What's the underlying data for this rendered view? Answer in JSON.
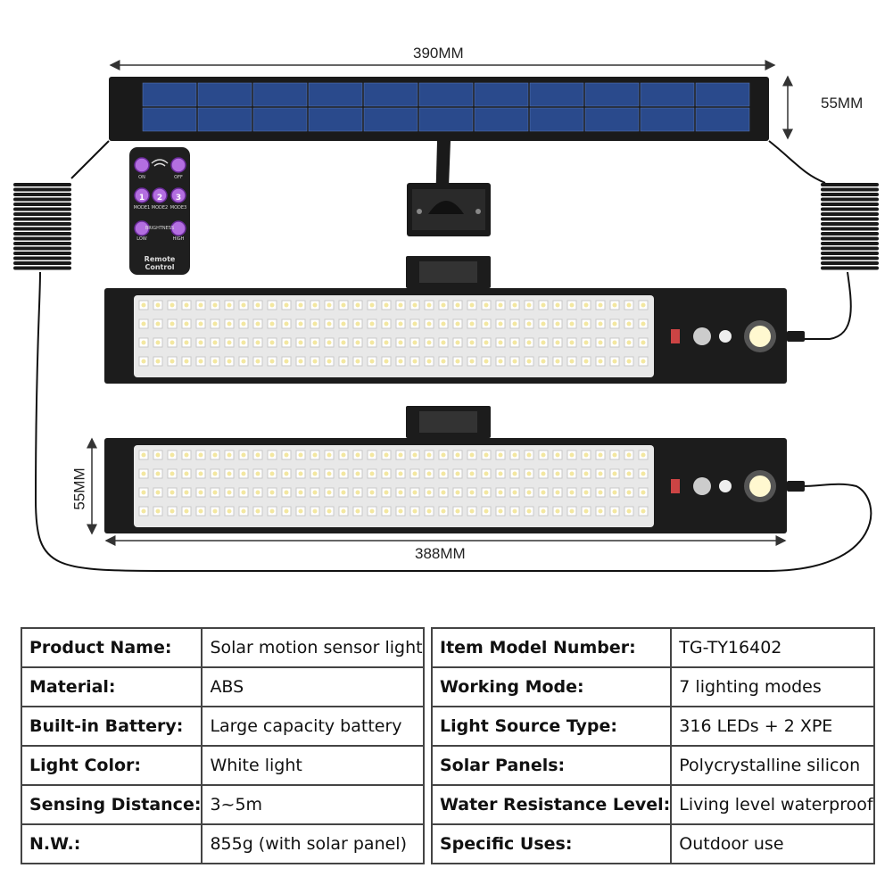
{
  "dimensions": {
    "panel_width": "390MM",
    "panel_height": "55MM",
    "light_height": "55MM",
    "light_width": "388MM"
  },
  "remote": {
    "on": "ON",
    "off": "OFF",
    "mode1": "MODE1",
    "mode2": "MODE2",
    "mode3": "MODE3",
    "brightness": "BRIGHTNESS",
    "low": "LOW",
    "high": "HIGH",
    "title1": "Remote",
    "title2": "Control",
    "btn1": "1",
    "btn2": "2",
    "btn3": "3"
  },
  "colors": {
    "panel": "#2a4a8c",
    "button": "#b36ee0",
    "frame": "#1c1c1c"
  },
  "spec_left": [
    {
      "label": "Product Name:",
      "value": "Solar motion sensor light"
    },
    {
      "label": "Material:",
      "value": "ABS"
    },
    {
      "label": "Built-in Battery:",
      "value": "Large capacity battery"
    },
    {
      "label": "Light Color:",
      "value": "White light"
    },
    {
      "label": "Sensing Distance:",
      "value": "3~5m"
    },
    {
      "label": "N.W.:",
      "value": "855g (with solar panel)"
    }
  ],
  "spec_right": [
    {
      "label": "Item Model Number:",
      "value": "TG-TY16402"
    },
    {
      "label": "Working Mode:",
      "value": "7 lighting modes"
    },
    {
      "label": "Light Source Type:",
      "value": "316 LEDs + 2 XPE"
    },
    {
      "label": "Solar Panels:",
      "value": "Polycrystalline silicon"
    },
    {
      "label": "Water Resistance Level:",
      "value": "Living level waterproof"
    },
    {
      "label": "Specific Uses:",
      "value": "Outdoor use"
    }
  ]
}
